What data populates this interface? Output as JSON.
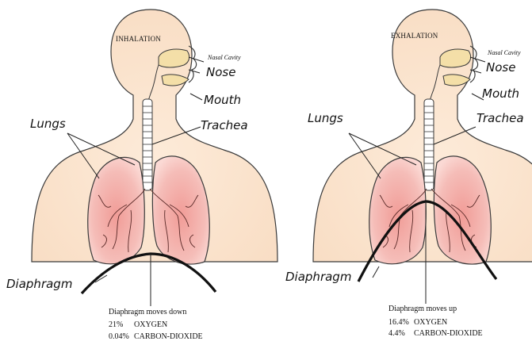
{
  "colors": {
    "skin": "#fbe8d6",
    "skin_outline": "#3a3a3a",
    "lung": "#f3b2ae",
    "lung_dark": "#e8827e",
    "nasal": "#f4dfa8",
    "line": "#222222"
  },
  "panels": [
    {
      "title": "INHALATION",
      "labels": {
        "nasal_cavity": "Nasal Cavity",
        "nose": "Nose",
        "mouth": "Mouth",
        "trachea": "Trachea",
        "lungs": "Lungs",
        "diaphragm": "Diaphragm"
      },
      "caption": "Diaphragm moves down",
      "stats": [
        {
          "value": "21%",
          "gas": "OXYGEN"
        },
        {
          "value": "0.04%",
          "gas": "CARBON-DIOXIDE"
        }
      ]
    },
    {
      "title": "EXHALATION",
      "labels": {
        "nasal_cavity": "Nasal Cavity",
        "nose": "Nose",
        "mouth": "Mouth",
        "trachea": "Trachea",
        "lungs": "Lungs",
        "diaphragm": "Diaphragm"
      },
      "caption": "Diaphragm moves up",
      "stats": [
        {
          "value": "16.4%",
          "gas": "OXYGEN"
        },
        {
          "value": "4.4%",
          "gas": "CARBON-DIOXIDE"
        }
      ]
    }
  ]
}
